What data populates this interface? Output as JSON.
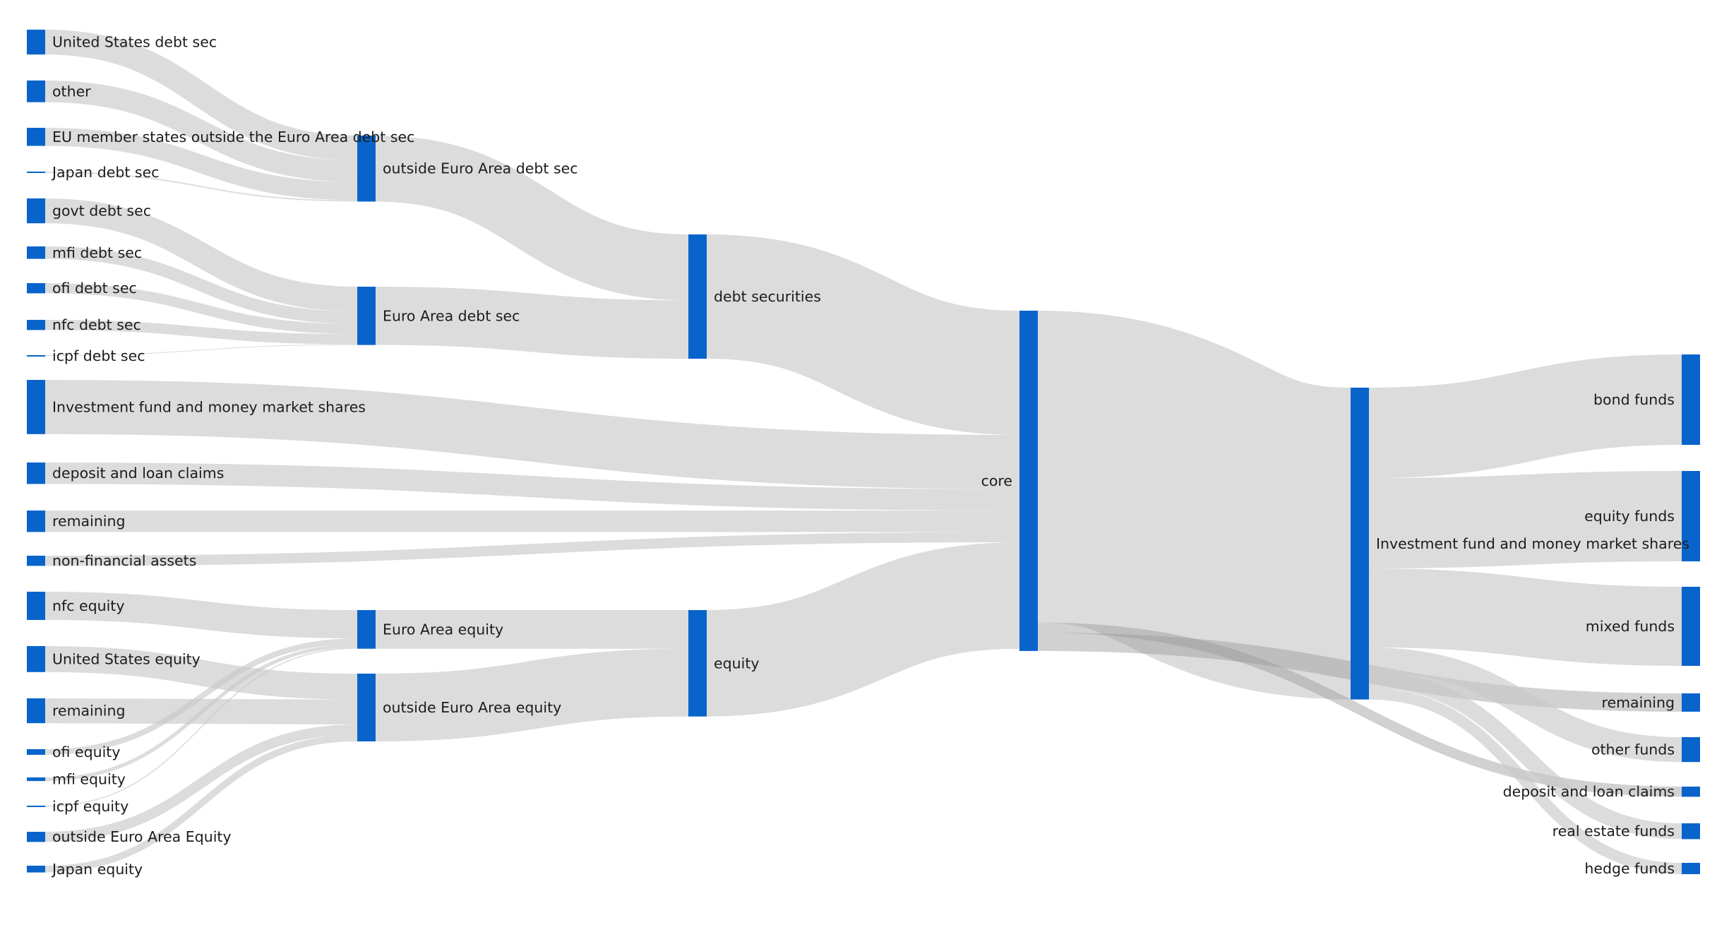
{
  "colors": {
    "node": "#0864cb",
    "link": "#c6c6c6",
    "background": "#ffffff"
  },
  "nodes": [
    {
      "id": "us_debt",
      "label": "United States debt sec",
      "column": 0
    },
    {
      "id": "other",
      "label": "other",
      "column": 0
    },
    {
      "id": "eu_out_debt",
      "label": "EU member states outside the Euro Area debt sec",
      "column": 0
    },
    {
      "id": "japan_debt",
      "label": "Japan debt sec",
      "column": 0
    },
    {
      "id": "govt_debt",
      "label": "govt debt sec",
      "column": 0
    },
    {
      "id": "mfi_debt",
      "label": "mfi debt sec",
      "column": 0
    },
    {
      "id": "ofi_debt",
      "label": "ofi debt sec",
      "column": 0
    },
    {
      "id": "nfc_debt",
      "label": "nfc debt sec",
      "column": 0
    },
    {
      "id": "icpf_debt",
      "label": "icpf debt sec",
      "column": 0
    },
    {
      "id": "ifmms_in",
      "label": "Investment fund and money market shares",
      "column": 0
    },
    {
      "id": "dlc_in",
      "label": "deposit and loan claims",
      "column": 0
    },
    {
      "id": "remaining_in",
      "label": "remaining",
      "column": 0
    },
    {
      "id": "nfa",
      "label": "non-financial assets",
      "column": 0
    },
    {
      "id": "nfc_eq",
      "label": "nfc equity",
      "column": 0
    },
    {
      "id": "us_eq",
      "label": "United States equity",
      "column": 0
    },
    {
      "id": "remaining_eq",
      "label": "remaining",
      "column": 0
    },
    {
      "id": "ofi_eq",
      "label": "ofi equity",
      "column": 0
    },
    {
      "id": "mfi_eq",
      "label": "mfi equity",
      "column": 0
    },
    {
      "id": "icpf_eq",
      "label": "icpf equity",
      "column": 0
    },
    {
      "id": "out_eq_src",
      "label": "outside Euro Area Equity",
      "column": 0
    },
    {
      "id": "japan_eq",
      "label": "Japan equity",
      "column": 0
    },
    {
      "id": "out_debt",
      "label": "outside Euro Area debt sec",
      "column": 1
    },
    {
      "id": "ea_debt",
      "label": "Euro Area debt sec",
      "column": 1
    },
    {
      "id": "ea_eq",
      "label": "Euro Area equity",
      "column": 1
    },
    {
      "id": "out_eq",
      "label": "outside Euro Area equity",
      "column": 1
    },
    {
      "id": "debt",
      "label": "debt securities",
      "column": 2
    },
    {
      "id": "equity",
      "label": "equity",
      "column": 2
    },
    {
      "id": "core",
      "label": "core",
      "column": 3
    },
    {
      "id": "ifmms",
      "label": "Investment fund and money market shares",
      "column": 4
    },
    {
      "id": "bond",
      "label": "bond funds",
      "column": 5
    },
    {
      "id": "eqf",
      "label": "equity funds",
      "column": 5
    },
    {
      "id": "mixed",
      "label": "mixed funds",
      "column": 5
    },
    {
      "id": "remaining_out",
      "label": "remaining",
      "column": 5
    },
    {
      "id": "otherf",
      "label": "other funds",
      "column": 5
    },
    {
      "id": "dlc_out",
      "label": "deposit and loan claims",
      "column": 5
    },
    {
      "id": "ref",
      "label": "real estate funds",
      "column": 5
    },
    {
      "id": "hedge",
      "label": "hedge funds",
      "column": 5
    }
  ],
  "links": [
    {
      "source": "us_debt",
      "target": "out_debt",
      "value": 11
    },
    {
      "source": "other",
      "target": "out_debt",
      "value": 9.6
    },
    {
      "source": "eu_out_debt",
      "target": "out_debt",
      "value": 8
    },
    {
      "source": "japan_debt",
      "target": "out_debt",
      "value": 0.6
    },
    {
      "source": "govt_debt",
      "target": "ea_debt",
      "value": 11
    },
    {
      "source": "mfi_debt",
      "target": "ea_debt",
      "value": 5.5
    },
    {
      "source": "ofi_debt",
      "target": "ea_debt",
      "value": 4.5
    },
    {
      "source": "nfc_debt",
      "target": "ea_debt",
      "value": 4.5
    },
    {
      "source": "icpf_debt",
      "target": "ea_debt",
      "value": 0.3
    },
    {
      "source": "out_debt",
      "target": "debt",
      "value": 29.2
    },
    {
      "source": "ea_debt",
      "target": "debt",
      "value": 25.8
    },
    {
      "source": "debt",
      "target": "core",
      "value": 55
    },
    {
      "source": "ifmms_in",
      "target": "core",
      "value": 24
    },
    {
      "source": "dlc_in",
      "target": "core",
      "value": 9.5
    },
    {
      "source": "remaining_in",
      "target": "core",
      "value": 9.5
    },
    {
      "source": "nfa",
      "target": "core",
      "value": 4.5
    },
    {
      "source": "nfc_eq",
      "target": "ea_eq",
      "value": 12.5
    },
    {
      "source": "us_eq",
      "target": "out_eq",
      "value": 11.5
    },
    {
      "source": "remaining_eq",
      "target": "out_eq",
      "value": 11
    },
    {
      "source": "ofi_eq",
      "target": "ea_eq",
      "value": 2.5
    },
    {
      "source": "mfi_eq",
      "target": "ea_eq",
      "value": 1.6
    },
    {
      "source": "icpf_eq",
      "target": "ea_eq",
      "value": 0.5
    },
    {
      "source": "out_eq_src",
      "target": "out_eq",
      "value": 4.5
    },
    {
      "source": "japan_eq",
      "target": "out_eq",
      "value": 3
    },
    {
      "source": "ea_eq",
      "target": "equity",
      "value": 17.1
    },
    {
      "source": "out_eq",
      "target": "equity",
      "value": 30
    },
    {
      "source": "equity",
      "target": "core",
      "value": 47.1
    },
    {
      "source": "core",
      "target": "ifmms",
      "value": 138
    },
    {
      "source": "core",
      "target": "dlc_out",
      "value": 4.5
    },
    {
      "source": "core",
      "target": "remaining_out",
      "value": 8.1
    },
    {
      "source": "ifmms",
      "target": "bond",
      "value": 40
    },
    {
      "source": "ifmms",
      "target": "eqf",
      "value": 40
    },
    {
      "source": "ifmms",
      "target": "mixed",
      "value": 35
    },
    {
      "source": "ifmms",
      "target": "otherf",
      "value": 11
    },
    {
      "source": "ifmms",
      "target": "ref",
      "value": 7
    },
    {
      "source": "ifmms",
      "target": "hedge",
      "value": 5
    }
  ]
}
